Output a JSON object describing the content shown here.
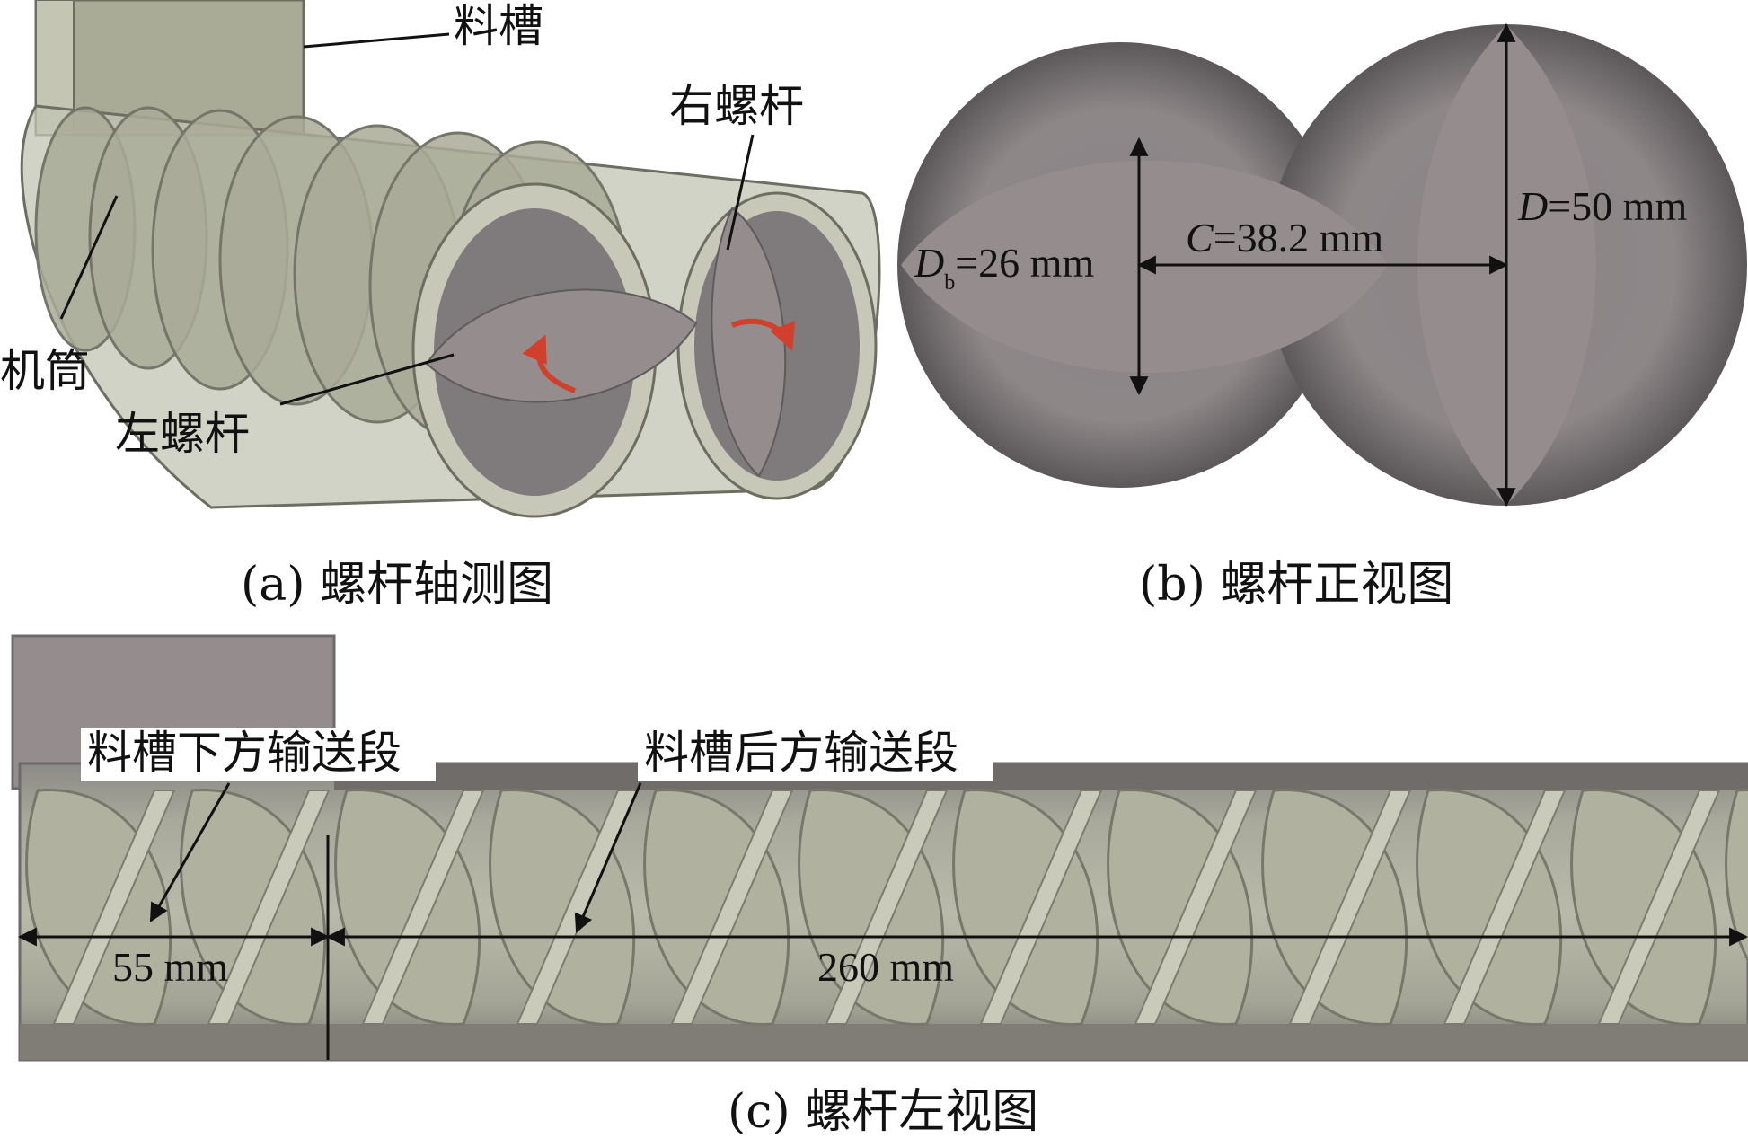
{
  "panel_a": {
    "label_hopper": "料槽",
    "label_right_screw": "右螺杆",
    "label_barrel": "机筒",
    "label_left_screw": "左螺杆",
    "caption": "(a) 螺杆轴测图"
  },
  "panel_b": {
    "db_symbol": "D",
    "db_sub": "b",
    "db_value": "=26 mm",
    "c_symbol": "C",
    "c_value": "=38.2 mm",
    "d_symbol": "D",
    "d_value": "=50 mm",
    "caption": "(b) 螺杆正视图"
  },
  "panel_c": {
    "label_under_hopper": "料槽下方输送段",
    "label_after_hopper": "料槽后方输送段",
    "dim_first": "55 mm",
    "dim_second": "260 mm",
    "caption": "(c) 螺杆左视图"
  },
  "colors": {
    "screw_gray": "#958c8e",
    "shadow_gray": "#6e6a6b",
    "barrel_green": "#bfc1ae",
    "hopper_green": "#a9ab96",
    "arrow_red": "#d0402c",
    "line_black": "#111111"
  }
}
